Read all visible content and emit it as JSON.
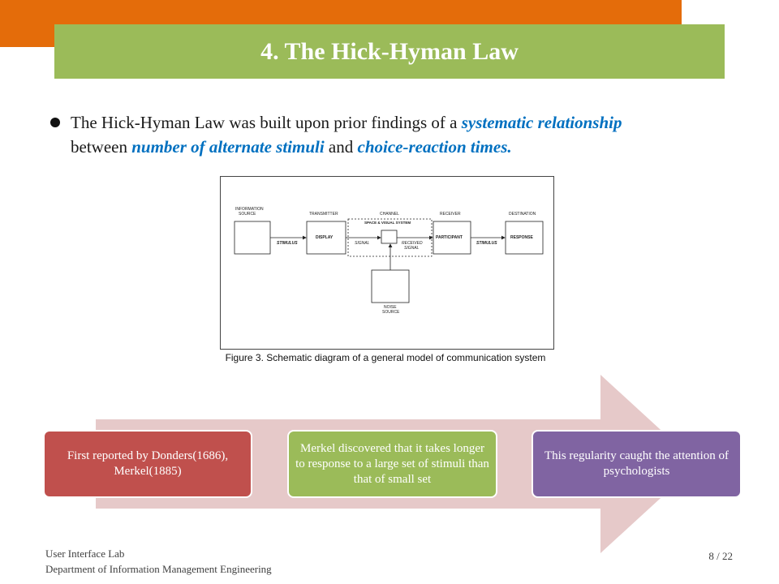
{
  "slide": {
    "title": "4. The Hick-Hyman Law",
    "bullet": {
      "part1": "The Hick-Hyman Law was built upon prior findings of a ",
      "hl1": "systematic relationship",
      "part2": " between ",
      "hl2": "number of alternate stimuli",
      "part3": " and ",
      "hl3": "choice-reaction times."
    },
    "figure": {
      "caption": "Figure 3. Schematic diagram of a general model of communication system",
      "labels": {
        "info_source": [
          "INFORMATION",
          "SOURCE"
        ],
        "transmitter": "TRANSMITTER",
        "channel": "CHANNEL",
        "receiver": "RECEIVER",
        "destination": "DESTINATION",
        "space_visual": "SPACE & VISUAL SYSTEM",
        "display": "DISPLAY",
        "participant": "PARTICIPANT",
        "response": "RESPONSE",
        "stimulus1": "STIMULUS",
        "stimulus2": "STIMULUS",
        "signal": "SIGNAL",
        "received_signal": [
          "RECEIVED",
          "SIGNAL"
        ],
        "noise_source": [
          "NOISE",
          "SOURCE"
        ]
      }
    },
    "process": {
      "steps": [
        "First reported by Donders(1686), Merkel(1885)",
        "Merkel discovered that it takes longer to response to a large set of stimuli than that of small set",
        "This regularity caught the attention of psychologists"
      ]
    },
    "footer": {
      "line1": "User Interface Lab",
      "line2": "Department of Information Management Engineering",
      "page": "8 / 22"
    },
    "colors": {
      "orange": "#e46c0a",
      "title_green": "#9bbb59",
      "highlight_blue": "#0070c0",
      "step1": "#c0504d",
      "step2": "#9bbb59",
      "step3": "#8064a2",
      "arrow_bg": "#e6c9c9"
    }
  }
}
